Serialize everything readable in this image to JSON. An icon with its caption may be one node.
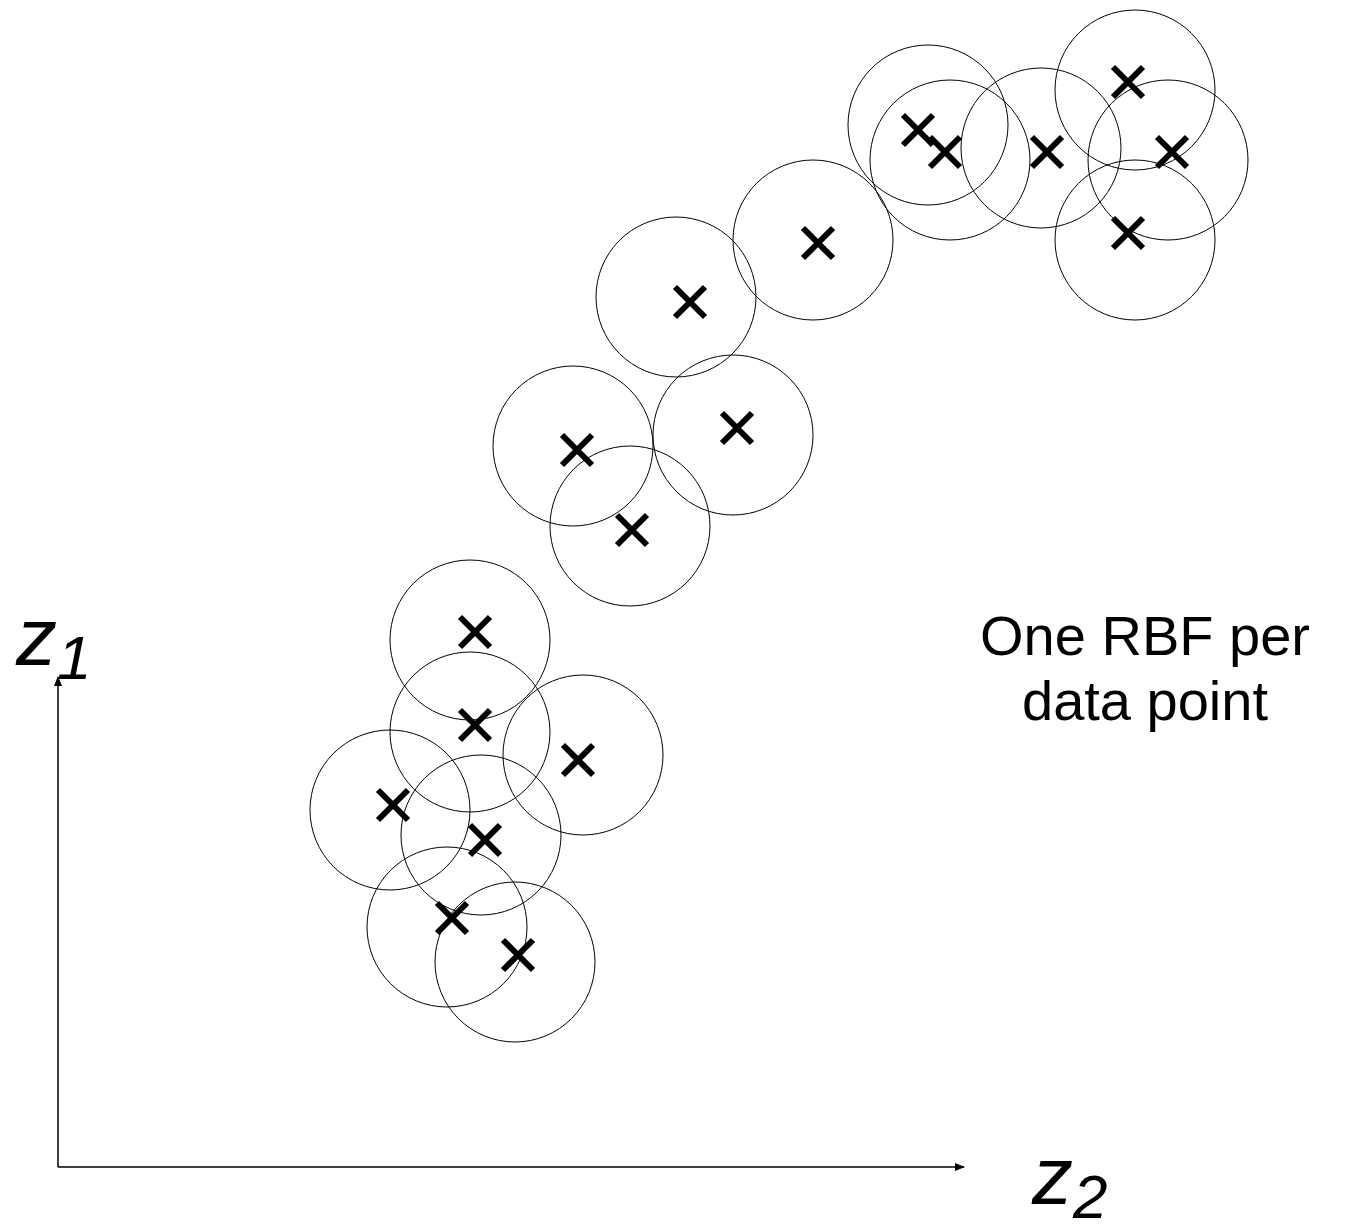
{
  "diagram": {
    "labels": [
      "z$_{1}$",
      "One RBF per data point",
      "z$_{2}$"
    ]
  }
}
